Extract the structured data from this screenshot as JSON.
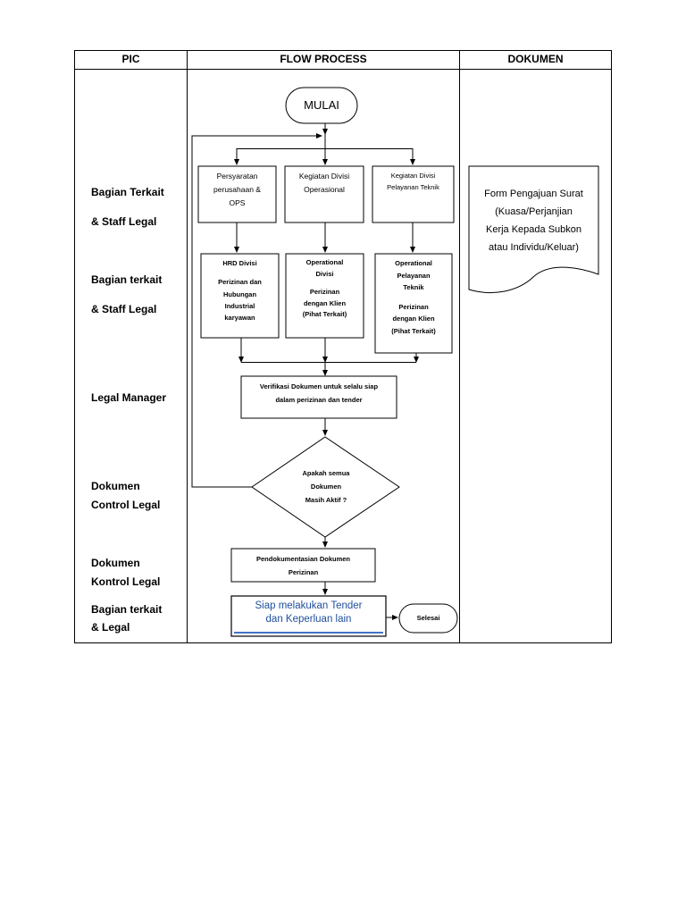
{
  "headers": {
    "pic": "PIC",
    "flow": "FLOW PROCESS",
    "doc": "DOKUMEN"
  },
  "pic_rows": [
    {
      "line1": "Bagian Terkait",
      "line2": "& Staff Legal"
    },
    {
      "line1": "Bagian terkait",
      "line2": "& Staff Legal"
    },
    {
      "line1": "Legal Manager",
      "line2": ""
    },
    {
      "line1": "Dokumen",
      "line2": "Control Legal"
    },
    {
      "line1": "Dokumen",
      "line2": "Kontrol Legal"
    },
    {
      "line1": "Bagian terkait",
      "line2": "& Legal"
    }
  ],
  "flow": {
    "start": "MULAI",
    "row1": [
      {
        "l1": "Persyaratan",
        "l2": "perusahaan &",
        "l3": "OPS"
      },
      {
        "l1": "Kegiatan Divisi",
        "l2": "Operasional",
        "l3": ""
      },
      {
        "l1": "Kegiatan Divisi",
        "l2": "Pelayanan Teknik",
        "l3": ""
      }
    ],
    "row2": [
      {
        "l1": "HRD Divisi",
        "l2": "",
        "l3": "Perizinan dan",
        "l4": "Hubungan",
        "l5": "Industrial",
        "l6": "karyawan"
      },
      {
        "l1": "Operational",
        "l2": "Divisi",
        "l3": "",
        "l4": "Perizinan",
        "l5": "dengan Klien",
        "l6": "(Pihat Terkait)"
      },
      {
        "l1": "Operational",
        "l2": "Pelayanan",
        "l3": "Teknik",
        "l4": "",
        "l5": "Perizinan",
        "l6": "dengan Klien",
        "l7": "(Pihat Terkait)"
      }
    ],
    "verify": {
      "l1": "Verifikasi Dokumen untuk selalu siap",
      "l2": "dalam perizinan dan tender"
    },
    "decision": {
      "l1": "Apakah semua",
      "l2": "Dokumen",
      "l3": "Masih Aktif ?"
    },
    "docs": {
      "l1": "Pendokumentasian Dokumen",
      "l2": "Perizinan"
    },
    "ready": {
      "l1": "Siap melakukan Tender",
      "l2": "dan Keperluan lain"
    },
    "end": "Selesai"
  },
  "document": {
    "l1": "Form  Pengajuan Surat",
    "l2": "(Kuasa/Perjanjian",
    "l3": "Kerja Kepada Subkon",
    "l4": "atau Individu/Keluar)"
  },
  "colors": {
    "ready_text": "#1f4e9e",
    "ready_underline": "#4472c4",
    "border": "#000000"
  }
}
